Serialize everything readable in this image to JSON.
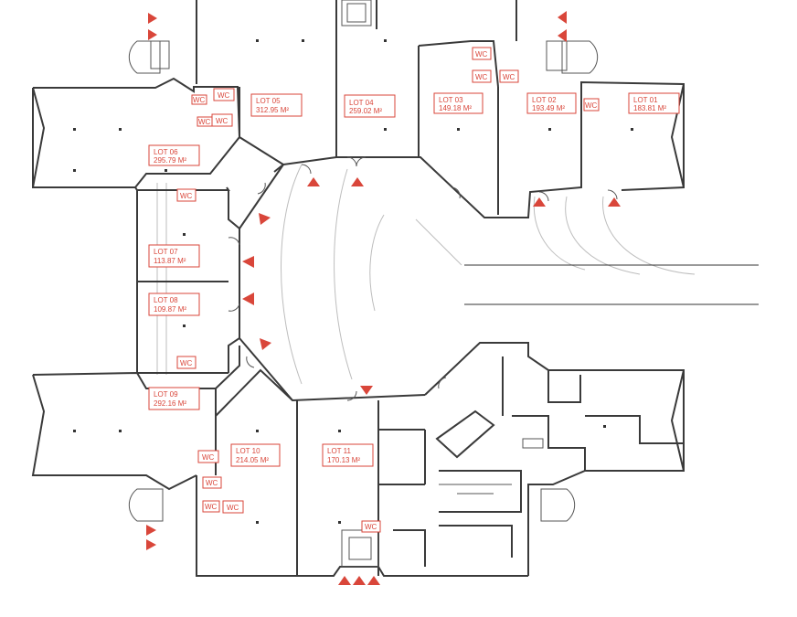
{
  "lots": [
    {
      "id": "LOT 01",
      "area": "183.81 M²"
    },
    {
      "id": "LOT 02",
      "area": "193.49 M²"
    },
    {
      "id": "LOT 03",
      "area": "149.18 M²"
    },
    {
      "id": "LOT 04",
      "area": "259.02 M²"
    },
    {
      "id": "LOT 05",
      "area": "312.95 M²"
    },
    {
      "id": "LOT 06",
      "area": "295.79 M²"
    },
    {
      "id": "LOT 07",
      "area": "113.87 M²"
    },
    {
      "id": "LOT 08",
      "area": "109.87 M²"
    },
    {
      "id": "LOT 09",
      "area": "292.16 M²"
    },
    {
      "id": "LOT 10",
      "area": "214.05 M²"
    },
    {
      "id": "LOT 11",
      "area": "170.13 M²"
    }
  ],
  "wc_label": "WC",
  "colors": {
    "label_red": "#d9463a",
    "wall": "#3a3a3a",
    "faint_line": "#bdbdbd"
  }
}
